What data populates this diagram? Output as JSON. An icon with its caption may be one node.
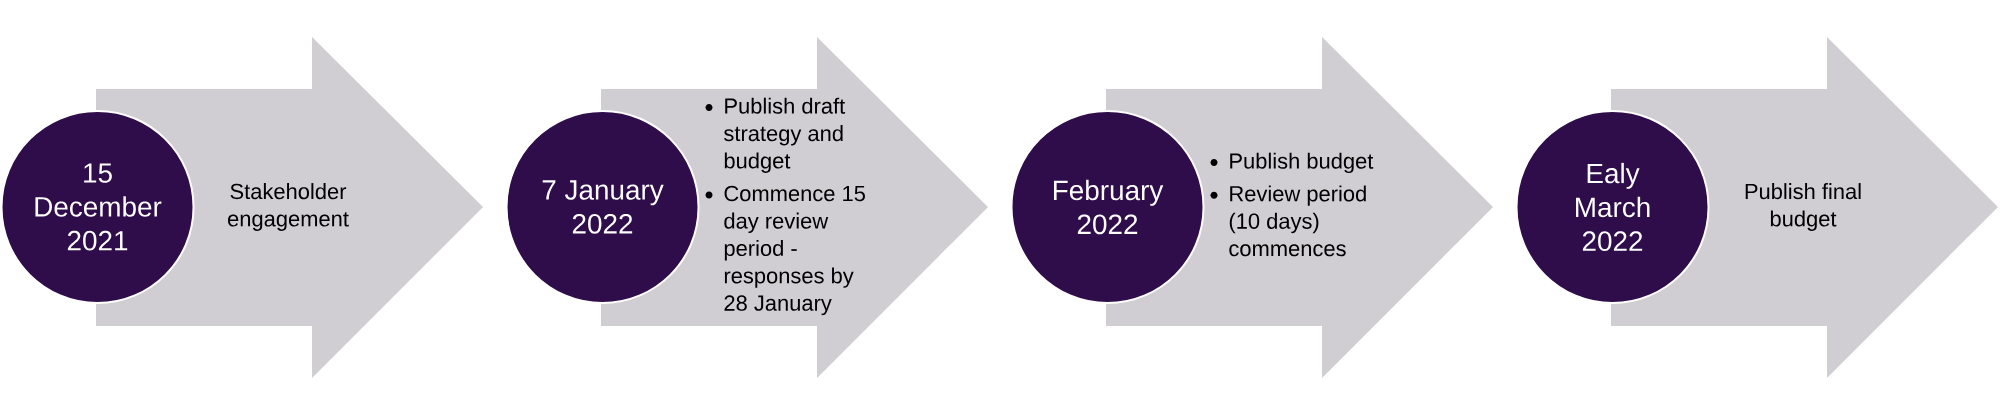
{
  "diagram": {
    "nodes": [
      {
        "text": [
          "15 December 2021"
        ]
      },
      {
        "text": [
          "Stakeholder engagement"
        ]
      },
      {
        "text": [
          "7 January 2022"
        ]
      },
      {
        "text": [
          "Publish draft strategy and budget",
          "Commence 15 day review period - responses by 28 January"
        ]
      },
      {
        "text": [
          "February 2022"
        ]
      },
      {
        "text": [
          "Publish budget",
          "Review period (10 days) commences"
        ]
      },
      {
        "text": [
          "Ealy March 2022"
        ]
      },
      {
        "text": [
          "Publish final budget"
        ]
      }
    ]
  }
}
